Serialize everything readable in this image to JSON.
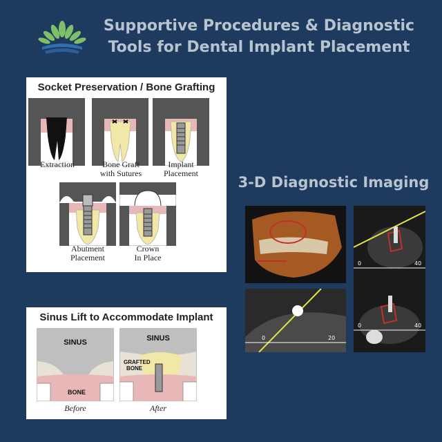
{
  "header": {
    "title_line1": "Supportive  Procedures & Diagnostic",
    "title_line2": "Tools for Dental Implant Placement",
    "logo_icon": "lotus-icon"
  },
  "socket_panel": {
    "title": "Socket Preservation / Bone Grafting",
    "steps": [
      {
        "line1": "Extraction",
        "line2": ""
      },
      {
        "line1": "Bone Graft",
        "line2": "with Sutures"
      },
      {
        "line1": "Implant",
        "line2": "Placement"
      },
      {
        "line1": "Abutment",
        "line2": "Placement"
      },
      {
        "line1": "Crown",
        "line2": "In Place"
      }
    ]
  },
  "sinus_panel": {
    "title": "Sinus Lift to Accommodate Implant",
    "before_label": "Before",
    "after_label": "After",
    "sinus_label": "SINUS",
    "bone_label": "BONE",
    "grafted_label_1": "GRAFTED",
    "grafted_label_2": "BONE"
  },
  "imaging": {
    "heading": "3-D Diagnostic Imaging",
    "scale_top_right": [
      "0",
      "40"
    ],
    "scale_bottom_left": [
      "0",
      "20"
    ],
    "scale_bottom_right": [
      "0",
      "40"
    ]
  },
  "colors": {
    "background": "#1f3a5f",
    "title_text": "#b7c4cf",
    "gum": "#e8b7b7",
    "bone_graft": "#f1e7a6",
    "scan_line": "#e6e24a",
    "scan_outline": "#c0302a"
  }
}
